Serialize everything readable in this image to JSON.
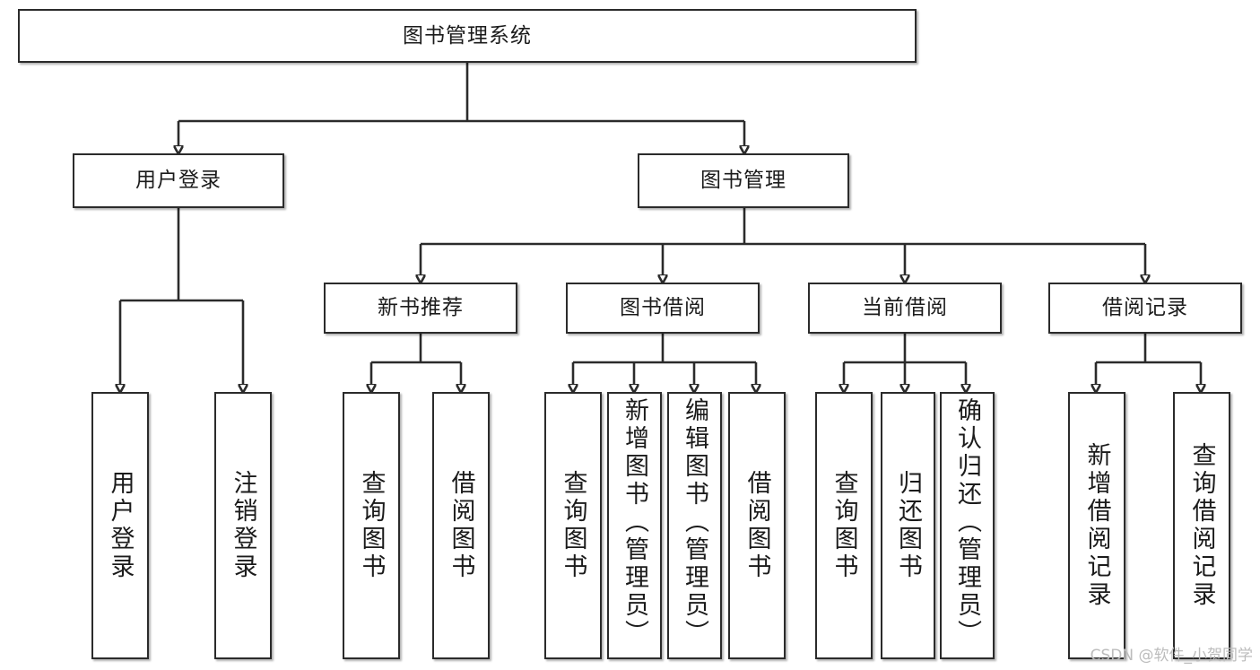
{
  "diagram": {
    "type": "tree-structure-chart",
    "title": "图书管理系统",
    "root": {
      "label": "图书管理系统"
    },
    "level2": [
      {
        "label": "用户登录"
      },
      {
        "label": "图书管理"
      }
    ],
    "level3": [
      {
        "label": "新书推荐"
      },
      {
        "label": "图书借阅"
      },
      {
        "label": "当前借阅"
      },
      {
        "label": "借阅记录"
      }
    ],
    "leaves": {
      "user_login": [
        {
          "label": "用户登录"
        },
        {
          "label": "注销登录"
        }
      ],
      "new_book_recommend": [
        {
          "label": "查询图书"
        },
        {
          "label": "借阅图书"
        }
      ],
      "book_borrow": [
        {
          "label": "查询图书"
        },
        {
          "label": "新增图书（管理员）"
        },
        {
          "label": "编辑图书（管理员）"
        },
        {
          "label": "借阅图书"
        }
      ],
      "current_borrow": [
        {
          "label": "查询图书"
        },
        {
          "label": "归还图书"
        },
        {
          "label": "确认归还（管理员）"
        }
      ],
      "borrow_record": [
        {
          "label": "新增借阅记录"
        },
        {
          "label": "查询借阅记录"
        }
      ]
    }
  },
  "watermark": {
    "text": "CSDN @软件_小贺同学"
  },
  "colors": {
    "box_border": "#2b2b2b",
    "box_fill": "#ffffff",
    "text": "#1b1b1b",
    "connector": "#2b2b2b",
    "watermark": "#bcbcbc",
    "background": "#ffffff"
  }
}
